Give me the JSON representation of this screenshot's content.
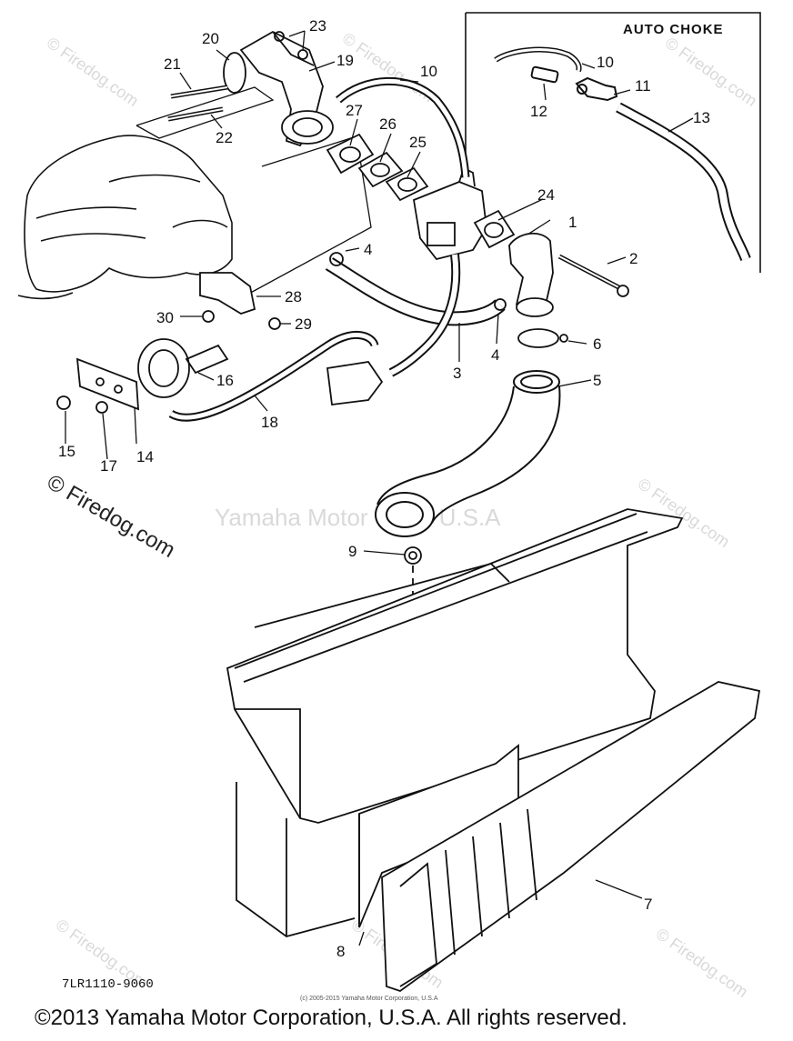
{
  "section_label": "AUTO CHOKE",
  "part_code": "7LR1110-9060",
  "copyright": "©2013 Yamaha Motor Corporation, U.S.A. All rights reserved.",
  "small_copyright": "(c) 2005-2015 Yamaha Motor Corporation, U.S.A",
  "watermark_text": "© Firedog.com",
  "center_watermark": "Yamaha Motor Corp, U.S.A",
  "callouts": [
    "1",
    "2",
    "3",
    "4",
    "4",
    "5",
    "6",
    "7",
    "8",
    "9",
    "10",
    "10",
    "11",
    "12",
    "13",
    "14",
    "15",
    "16",
    "17",
    "18",
    "19",
    "20",
    "21",
    "22",
    "23",
    "24",
    "25",
    "26",
    "27",
    "28",
    "29",
    "30"
  ]
}
